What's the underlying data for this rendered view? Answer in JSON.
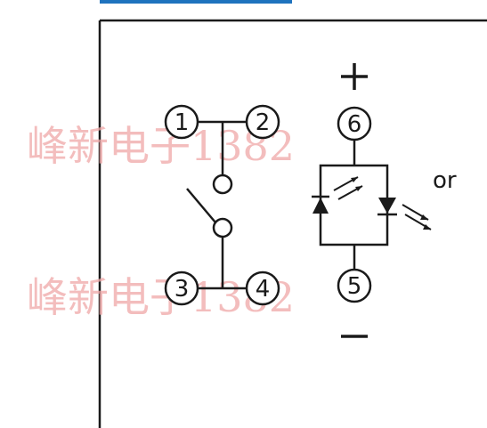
{
  "diagram": {
    "terminals": {
      "t1": "1",
      "t2": "2",
      "t3": "3",
      "t4": "4",
      "t5": "5",
      "t6": "6"
    },
    "signs": {
      "plus": "+",
      "minus": "−"
    },
    "or_label": "or"
  },
  "watermark": {
    "line1": "峰新电子1382",
    "line2": "峰新电子1382"
  },
  "colors": {
    "line": "#1a1a1a",
    "accent_bar": "#1e73be",
    "watermark": "#f0a8a8",
    "background": "#ffffff"
  }
}
